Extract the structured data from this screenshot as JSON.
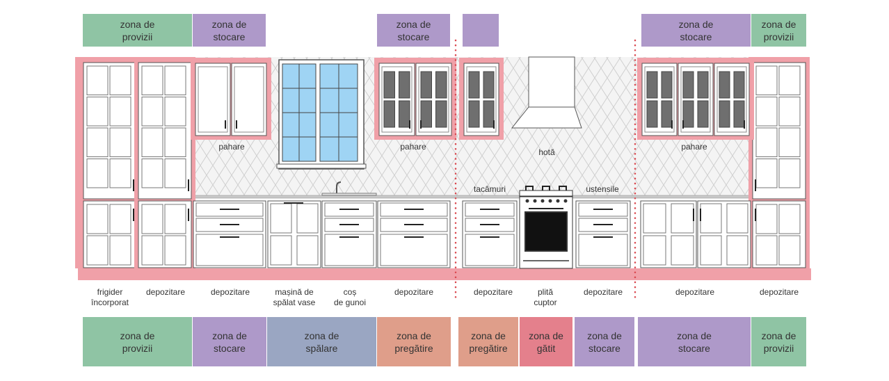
{
  "colors": {
    "provizii": "#8fc4a4",
    "stocare": "#ae99c9",
    "spalare": "#9aa6c2",
    "pregatire": "#df9e8a",
    "gatit": "#e4808c",
    "cabinet_outline": "#f0a0a8",
    "window_glass": "#9fd4f4",
    "divider": "#d9484f"
  },
  "top_zones": [
    {
      "text": "zona de\nprovizii",
      "zone": "provizii"
    },
    {
      "text": "zona de\nstocare",
      "zone": "stocare"
    },
    {
      "text": "zona de\nstocare",
      "zone": "stocare"
    },
    {
      "text": "",
      "zone": "stocare"
    },
    {
      "text": "zona de\nstocare",
      "zone": "stocare"
    },
    {
      "text": "zona de\nprovizii",
      "zone": "provizii"
    }
  ],
  "upper_labels": [
    "pahare",
    "pahare",
    "hotă",
    "pahare"
  ],
  "counter_labels": [
    "tacâmuri",
    "ustensile"
  ],
  "items": [
    "frigider\nîncorporat",
    "depozitare",
    "depozitare",
    "mașină de\nspălat vase",
    "coș\nde gunoi",
    "depozitare",
    "depozitare",
    "plită\ncuptor",
    "depozitare",
    "depozitare",
    "depozitare"
  ],
  "bottom_zones": [
    {
      "text": "zona de\nprovizii",
      "zone": "provizii"
    },
    {
      "text": "zona de\nstocare",
      "zone": "stocare"
    },
    {
      "text": "zona de\nspălare",
      "zone": "spalare"
    },
    {
      "text": "zona de\npregătire",
      "zone": "pregatire"
    },
    {
      "text": "zona de\npregătire",
      "zone": "pregatire"
    },
    {
      "text": "zona de\ngătit",
      "zone": "gatit"
    },
    {
      "text": "zona de\nstocare",
      "zone": "stocare"
    },
    {
      "text": "zona de\nstocare",
      "zone": "stocare"
    },
    {
      "text": "zona de\nprovizii",
      "zone": "provizii"
    }
  ]
}
